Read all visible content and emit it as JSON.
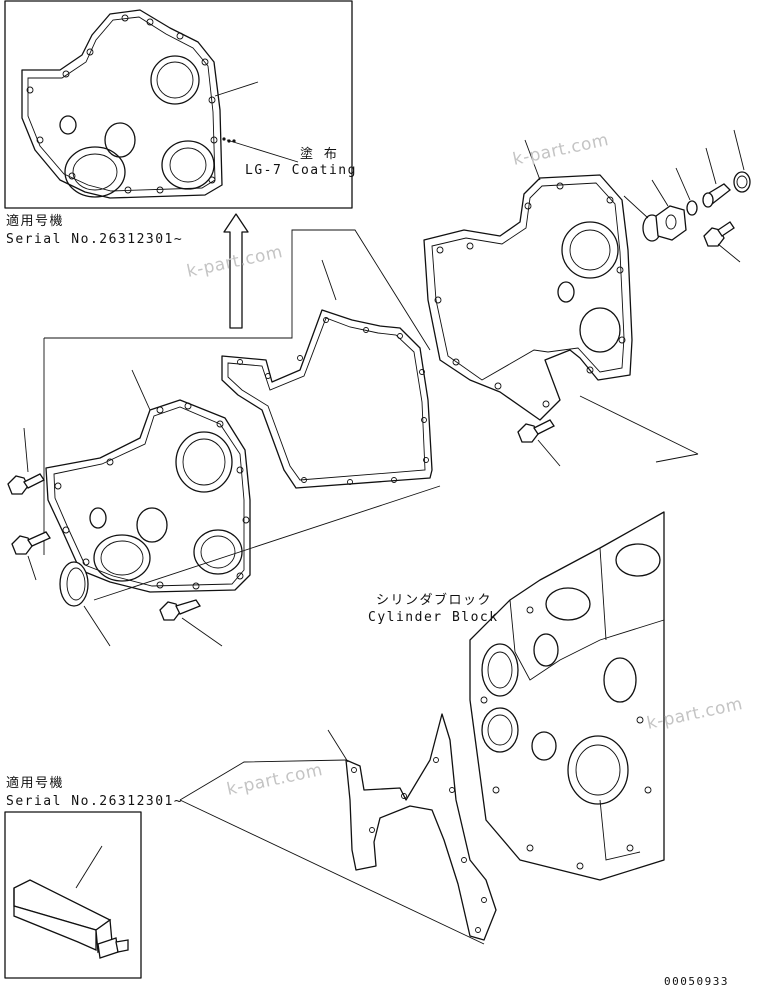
{
  "labels": {
    "coating_jp": "塗 布",
    "coating_en": "LG-7 Coating",
    "applicable_jp_1": "適用号機",
    "serial_1": "Serial No.26312301~",
    "applicable_jp_2": "適用号機",
    "serial_2": "Serial No.26312301~",
    "cylinder_block_jp": "シリンダブロック",
    "cylinder_block_en": "Cylinder Block",
    "drawing_number": "00050933"
  },
  "watermark": "k-part.com"
}
